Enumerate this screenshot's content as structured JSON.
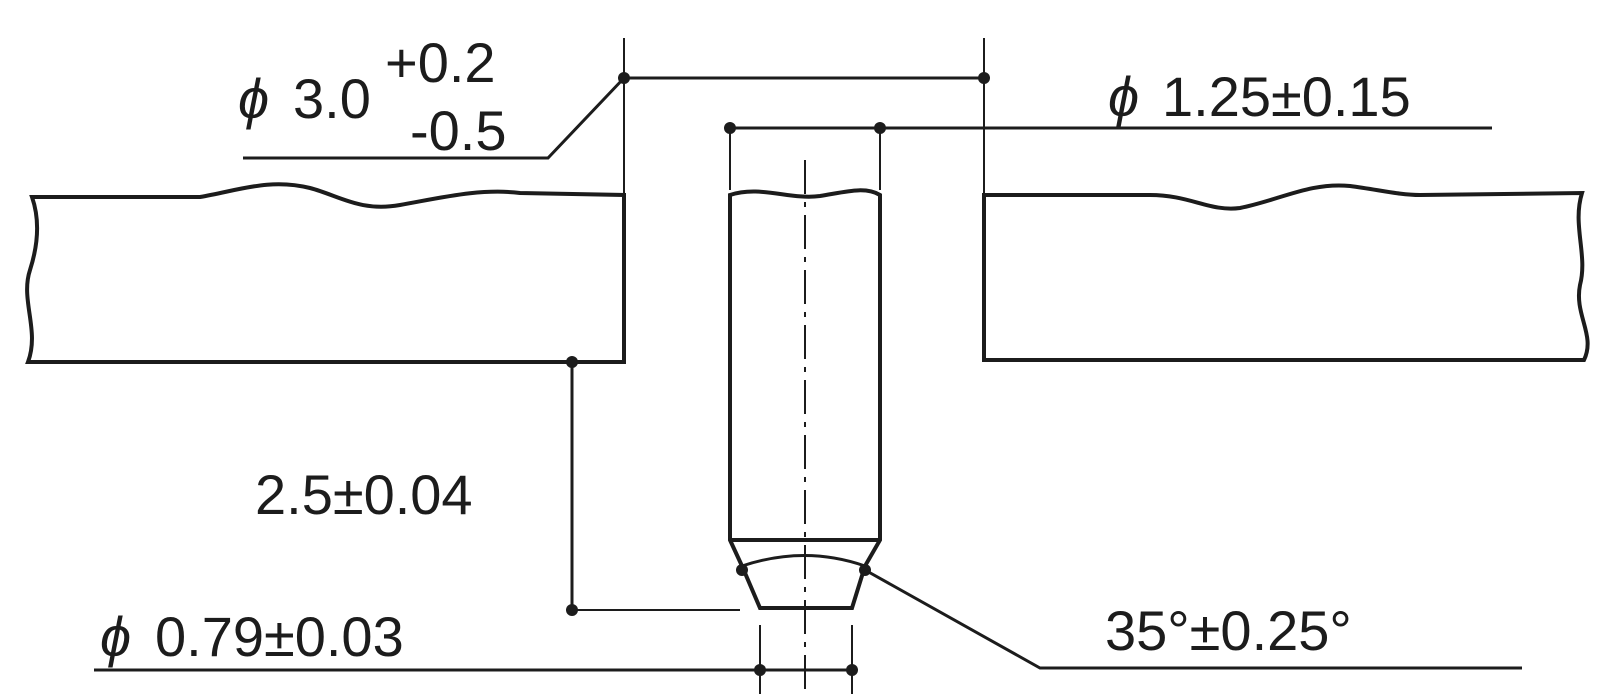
{
  "dimensions": {
    "hole_diameter": {
      "symbol": "ϕ",
      "nominal": "3.0",
      "upper_tolerance": "+0.2",
      "lower_tolerance": "-0.5"
    },
    "pin_diameter": {
      "symbol": "ϕ",
      "value": "1.25±0.15"
    },
    "protrusion_height": {
      "value": "2.5±0.04"
    },
    "tip_diameter": {
      "symbol": "ϕ",
      "value": "0.79±0.03"
    },
    "chamfer_angle": {
      "value": "35°±0.25°"
    }
  },
  "colors": {
    "line": "#1c1c1c",
    "board_fill": "#dcdcdc",
    "background": "#ffffff"
  }
}
